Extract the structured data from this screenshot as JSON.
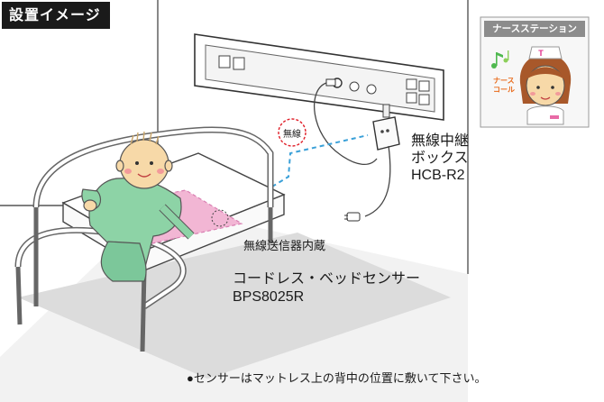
{
  "title": "設置イメージ",
  "nurse_station": {
    "label": "ナースステーション",
    "call_text_1": "ナース",
    "call_text_2": "コール"
  },
  "wireless_label": "無線",
  "relay_box": {
    "line1": "無線中継",
    "line2": "ボックス",
    "line3": "HCB-R2"
  },
  "transmitter_label": "無線送信器内蔵",
  "sensor": {
    "line1": "コードレス・ベッドセンサー",
    "line2": "BPS8025R"
  },
  "note": "●センサーはマットレス上の背中の位置に敷いて下さい。",
  "colors": {
    "badge_bg": "#1a1a1a",
    "patient_skin": "#f7d9a8",
    "patient_gown": "#8dd3a6",
    "sensor_pad": "#f2b6d4",
    "signal_dash": "#3aa0d8",
    "wireless_circle": "#e0202a",
    "floor": "#dcdcdc",
    "call_text": "#e86a1a"
  },
  "icons": [
    "music-note-icon",
    "bell-icon",
    "dashed-signal-icon"
  ]
}
